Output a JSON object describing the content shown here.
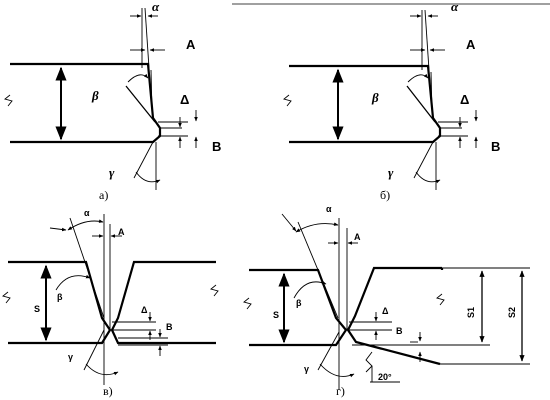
{
  "figure": {
    "panels": [
      {
        "caption": "а)",
        "labels": {
          "alpha": "α",
          "A": "A",
          "beta": "β",
          "delta": "Δ",
          "B": "B",
          "gamma": "γ"
        }
      },
      {
        "caption": "б)",
        "labels": {
          "alpha": "α",
          "A": "A",
          "beta": "β",
          "delta": "Δ",
          "B": "B",
          "gamma": "γ"
        }
      },
      {
        "caption": "в)",
        "labels": {
          "alpha": "α",
          "A": "A",
          "beta": "β",
          "delta": "Δ",
          "B": "B",
          "gamma": "γ",
          "S": "S"
        }
      },
      {
        "caption": "г)",
        "labels": {
          "alpha": "α",
          "A": "A",
          "beta": "β",
          "delta": "Δ",
          "B": "B",
          "gamma": "γ",
          "S": "S",
          "S1": "S1",
          "S2": "S2",
          "angle": "20°"
        }
      }
    ]
  }
}
